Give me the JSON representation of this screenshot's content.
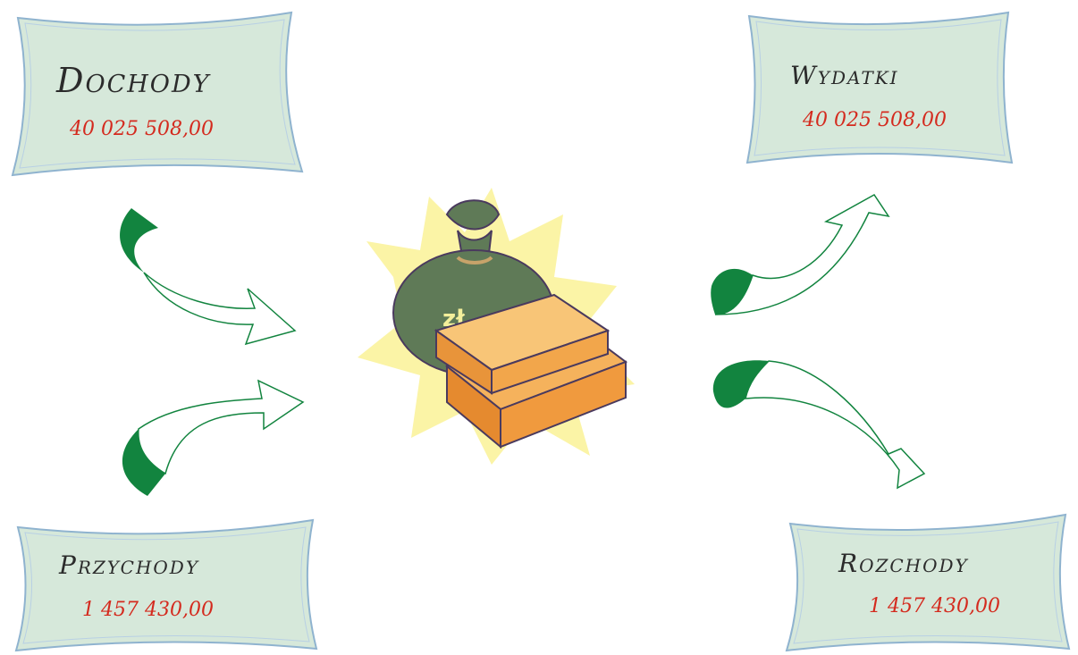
{
  "panels": {
    "dochody": {
      "title": "Dochody",
      "value": "40 025 508,00"
    },
    "wydatki": {
      "title": "Wydatki",
      "value": "40 025 508,00"
    },
    "przychody": {
      "title": "Przychody",
      "value": "1 457 430,00"
    },
    "rozchody": {
      "title": "Rozchody",
      "value": "1 457 430,00"
    }
  },
  "center": {
    "currency_symbol": "zł",
    "icon": "money-bag-and-gold-bars-icon"
  },
  "colors": {
    "panel_fill": "#d6e8da",
    "panel_stroke": "#8fb3cf",
    "value_text": "#d42a1e",
    "arrow_green": "#12843f"
  }
}
